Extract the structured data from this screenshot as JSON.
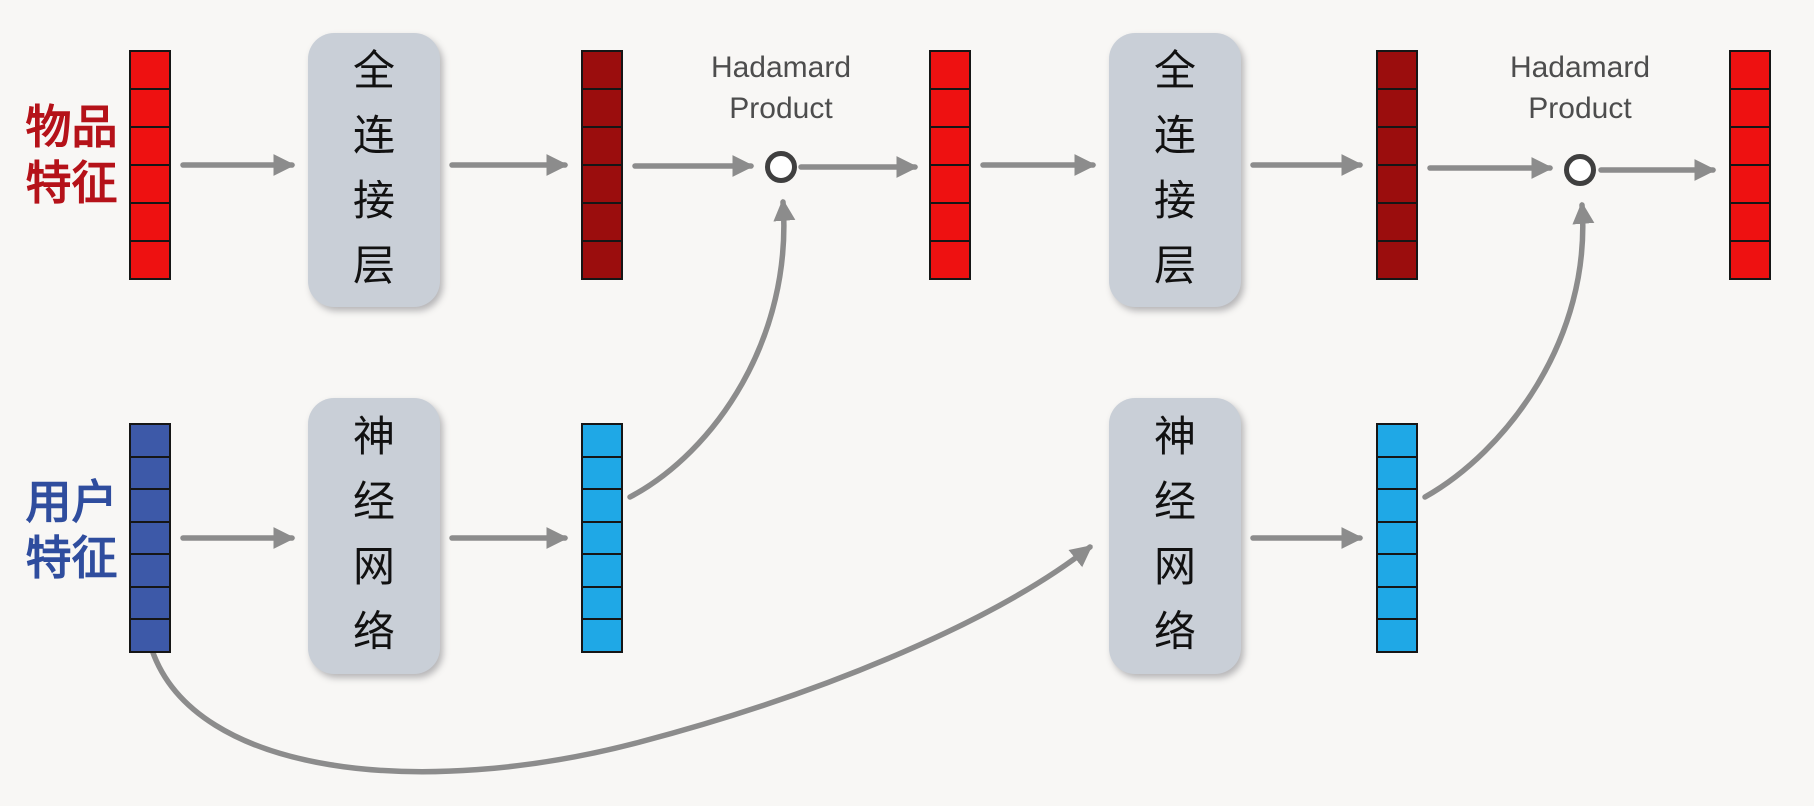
{
  "labels": {
    "item_features": "物品特征",
    "user_features": "用户特征",
    "fully_connected_layer": "全连接层",
    "neural_network": "神经网络",
    "hadamard_product": "Hadamard Product"
  },
  "vectors": {
    "item_input": {
      "color": "#ee1111",
      "segments": 6
    },
    "item_hidden1": {
      "color": "#9b0d0d",
      "segments": 6
    },
    "item_merged1": {
      "color": "#ee1111",
      "segments": 6
    },
    "item_hidden2": {
      "color": "#9b0d0d",
      "segments": 6
    },
    "item_output": {
      "color": "#ee1111",
      "segments": 6
    },
    "user_input": {
      "color": "#3d59a8",
      "segments": 7
    },
    "user_hidden1": {
      "color": "#1fa8e6",
      "segments": 7
    },
    "user_hidden2": {
      "color": "#1fa8e6",
      "segments": 7
    }
  },
  "colors": {
    "arrow": "#8c8c8c",
    "box_fill": "#c9cfd7",
    "item_label": "#b51219",
    "user_label": "#2f4d9e",
    "hadamard_text": "#4d4d4d",
    "background": "#f8f7f5"
  }
}
